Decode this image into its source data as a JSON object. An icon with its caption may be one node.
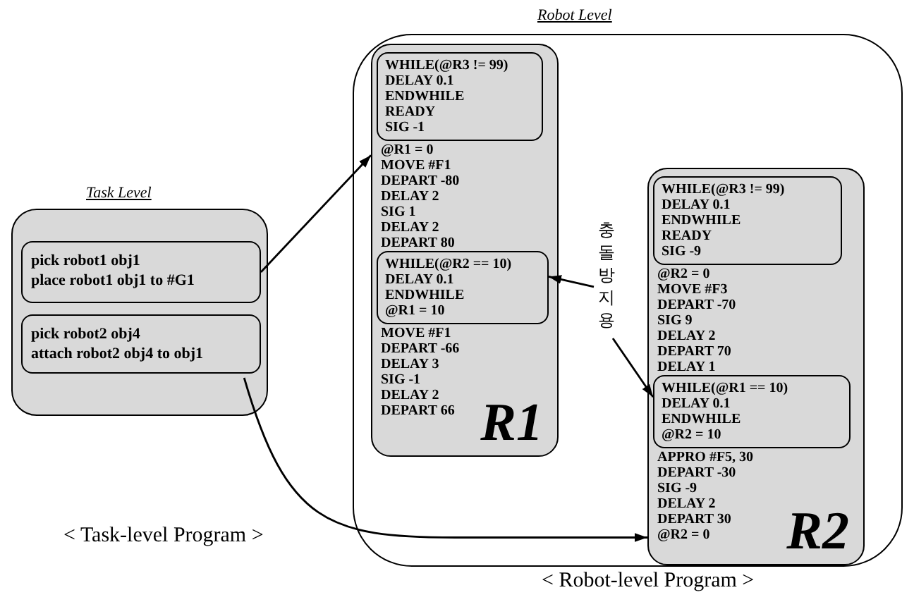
{
  "diagram": {
    "nodes": [
      {
        "text": [
          "Task Level"
        ]
      },
      {
        "text": [
          "pick robot1 obj1",
          "place robot1 obj1 to #G1"
        ],
        "in": 0
      },
      {
        "text": [
          "pick robot2 obj4",
          "attach robot2 obj4 to obj1"
        ],
        "in": 0
      },
      {
        "text": [
          "Robot Level"
        ]
      },
      {
        "text": [
          "@R1 = 0",
          "MOVE #F1",
          "DEPART -80",
          "DELAY 2",
          "SIG 1",
          "DELAY 2",
          "DEPART 80",
          "MOVE #F1",
          "DEPART -66",
          "DELAY 3",
          "SIG -1",
          "DELAY 2",
          "DEPART 66",
          "R1"
        ],
        "in": 3
      },
      {
        "text": [
          "WHILE(@R3 != 99)",
          "DELAY 0.1",
          "ENDWHILE",
          "READY",
          "SIG -1"
        ],
        "in": 4
      },
      {
        "text": [
          "WHILE(@R2 == 10)",
          "DELAY 0.1",
          "ENDWHILE",
          "@R1 = 10"
        ],
        "in": 4
      },
      {
        "text": [
          "@R2 = 0",
          "MOVE #F3",
          "DEPART -70",
          "SIG 9",
          "DELAY 2",
          "DEPART 70",
          "DELAY 1",
          "APPRO #F5, 30",
          "DEPART -30",
          "SIG -9",
          "DELAY 2",
          "DEPART 30",
          "@R2 = 0",
          "R2"
        ],
        "in": 3
      },
      {
        "text": [
          "WHILE(@R3 != 99)",
          "DELAY 0.1",
          "ENDWHILE",
          "READY",
          "SIG -9"
        ],
        "in": 7
      },
      {
        "text": [
          "WHILE(@R1 == 10)",
          "DELAY 0.1",
          "ENDWHILE",
          "@R2 = 10"
        ],
        "in": 7
      },
      {
        "text": [
          "충돌 방지 용"
        ],
        "in": 3
      }
    ],
    "edges": [
      {
        "from": 1,
        "to": 4,
        "arrow": "to"
      },
      {
        "from": 2,
        "to": 7,
        "arrow": "to"
      },
      {
        "from": 10,
        "to": 6,
        "arrow": "to"
      },
      {
        "from": 10,
        "to": 9,
        "arrow": "to"
      }
    ],
    "labels": [
      "< Task-level Program >",
      "< Robot-level Program >"
    ]
  }
}
